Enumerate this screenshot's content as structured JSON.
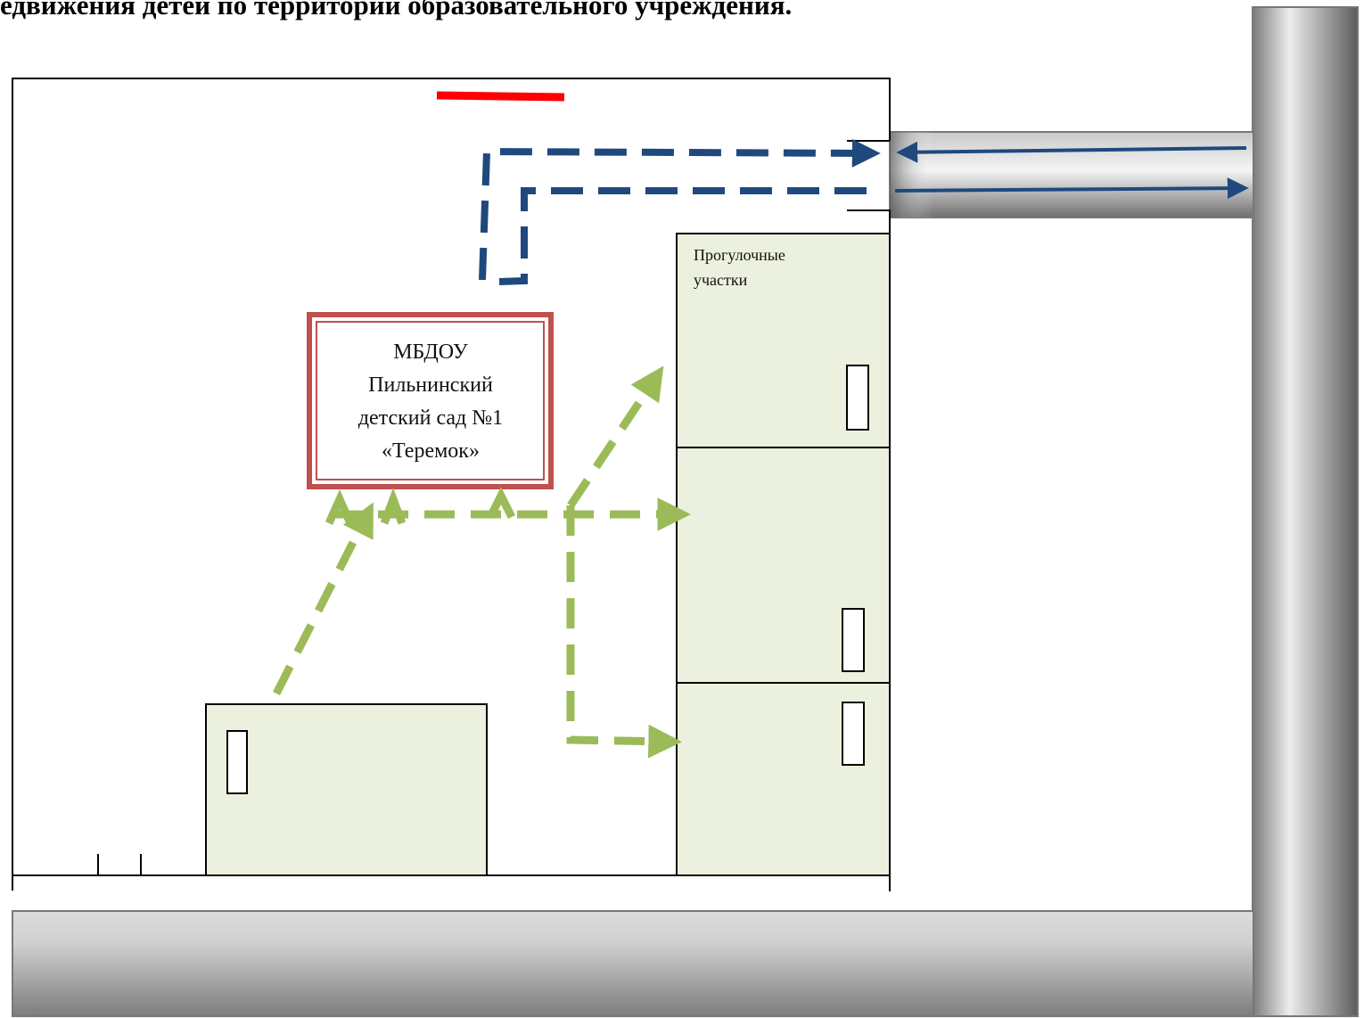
{
  "title": "едвижения детей по территории образовательного учреждения.",
  "kindergarten": {
    "lines": [
      "МБДОУ",
      "Пильнинский",
      "детский сад №1",
      "«Теремок»"
    ]
  },
  "walking_areas": {
    "label_lines": [
      "Прогулочные",
      "участки"
    ]
  },
  "colors": {
    "kindergarten_border": "#c0504d",
    "area_fill": "#ebf1de",
    "children_route": "#9bbb59",
    "vehicle_route": "#1f497d",
    "danger_mark": "#ff0000",
    "road_gradient": [
      "#6e6e6e",
      "#eeeeee"
    ]
  }
}
